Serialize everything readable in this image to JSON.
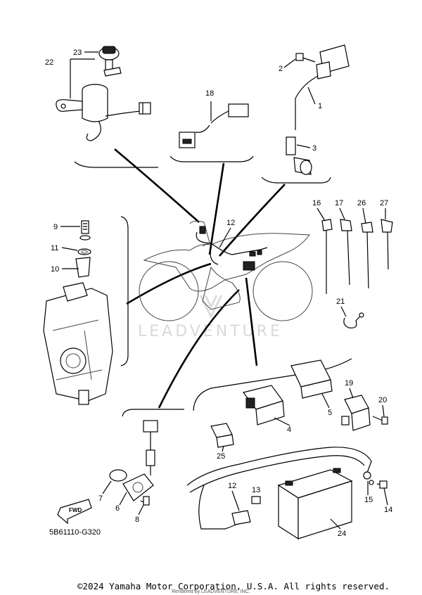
{
  "diagram_code": "5B61110-G320",
  "copyright": "©2024 Yamaha Motor Corporation, U.S.A. All rights reserved.",
  "rendered_by": "Rendered by LEADVENTURE, INC.",
  "watermark": "LEADVENTURE",
  "fwd_label": "FWD",
  "callouts": {
    "c1": "1",
    "c2": "2",
    "c3": "3",
    "c4": "4",
    "c5": "5",
    "c6": "6",
    "c7": "7",
    "c8": "8",
    "c9": "9",
    "c10": "10",
    "c11": "11",
    "c12a": "12",
    "c12b": "12",
    "c13": "13",
    "c14": "14",
    "c15": "15",
    "c16": "16",
    "c17": "17",
    "c18": "18",
    "c19": "19",
    "c20": "20",
    "c21": "21",
    "c22": "22",
    "c23": "23",
    "c24": "24",
    "c25": "25",
    "c26": "26",
    "c27": "27"
  }
}
